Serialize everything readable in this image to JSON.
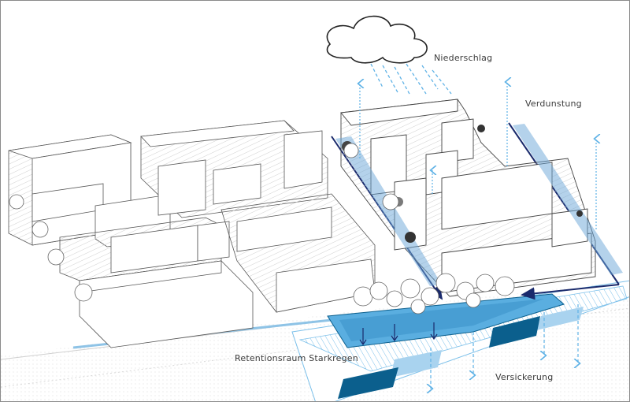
{
  "labels": {
    "precipitation": "Niederschlag",
    "evaporation": "Verdunstung",
    "retention": "Retentionsraum Starkregen",
    "infiltration": "Versickerung"
  },
  "colors": {
    "water_light": "#a9d3ef",
    "water_mid": "#5aaee0",
    "water_dark": "#0b5f8d",
    "flow_line": "#1a2a6c",
    "arrow": "#5fb2e6",
    "building_line": "#555555",
    "hatch": "#c8c8c8"
  },
  "icons": [
    "cloud-icon"
  ]
}
